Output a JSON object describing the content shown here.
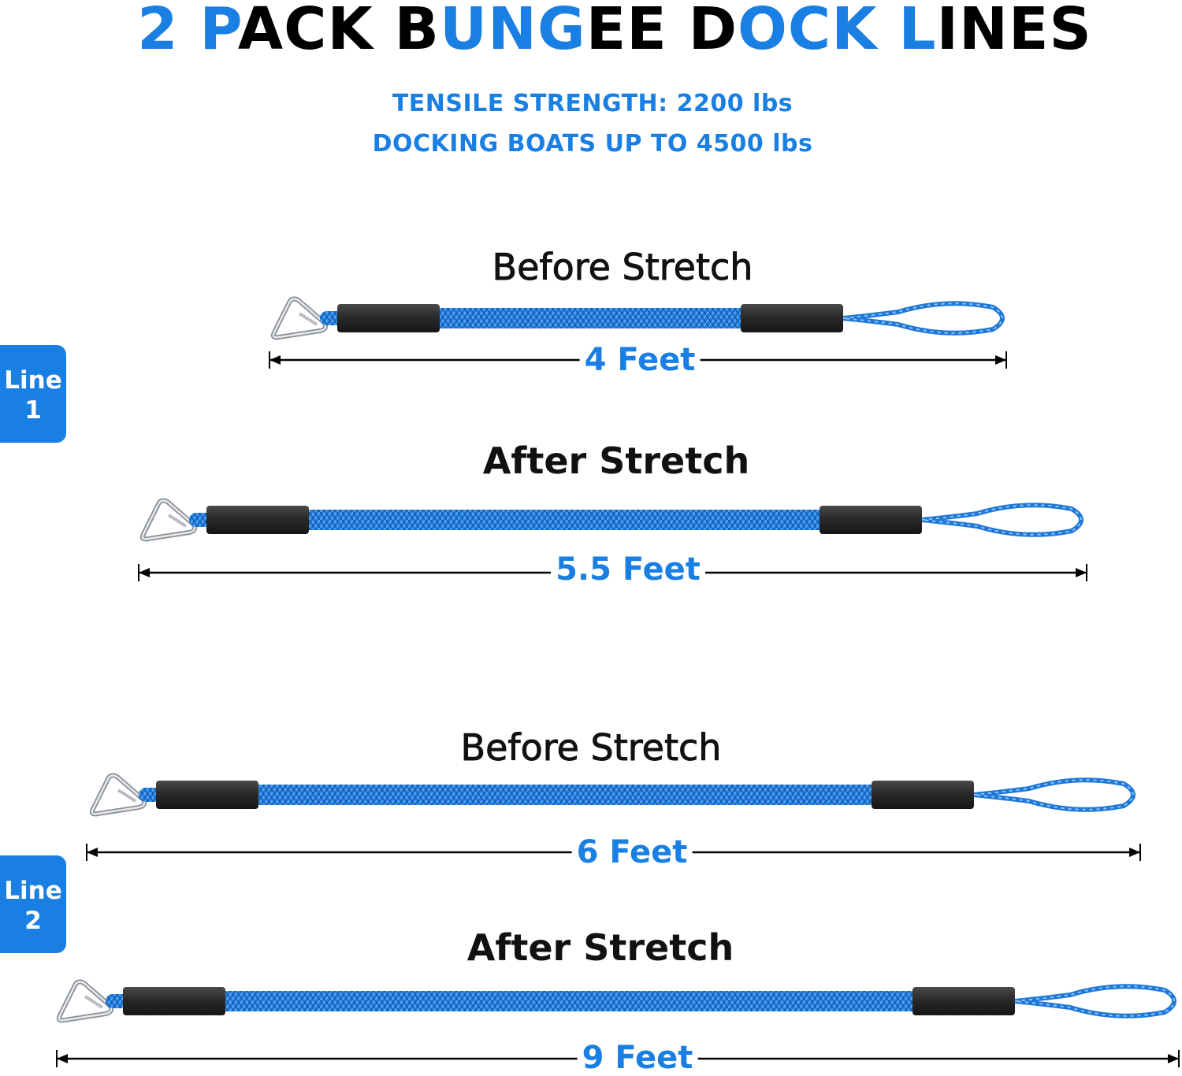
{
  "title": {
    "segments": [
      {
        "text": "2 P",
        "color": "blue"
      },
      {
        "text": "ACK B",
        "color": "black"
      },
      {
        "text": "UNG",
        "color": "blue"
      },
      {
        "text": "EE D",
        "color": "black"
      },
      {
        "text": "OCK L",
        "color": "blue"
      },
      {
        "text": "I",
        "color": "black"
      },
      {
        "text": "NES",
        "color": "black"
      }
    ]
  },
  "specs": {
    "tensile": "TENSILE STRENGTH: 2200 lbs",
    "docking": "DOCKING BOATS UP TO 4500 lbs"
  },
  "lines": [
    {
      "badge_word": "Line",
      "badge_number": "1",
      "before_label": "Before Stretch",
      "before_length": "4 Feet",
      "after_label": "After Stretch",
      "after_length": "5.5 Feet"
    },
    {
      "badge_word": "Line",
      "badge_number": "2",
      "before_label": "Before Stretch",
      "before_length": "6 Feet",
      "after_label": "After Stretch",
      "after_length": "9 Feet"
    }
  ],
  "colors": {
    "accent_blue": "#1a7fe3",
    "rope_blue": "#1f78d8",
    "sleeve": "#2a2a2a",
    "text_dark": "#111111"
  }
}
